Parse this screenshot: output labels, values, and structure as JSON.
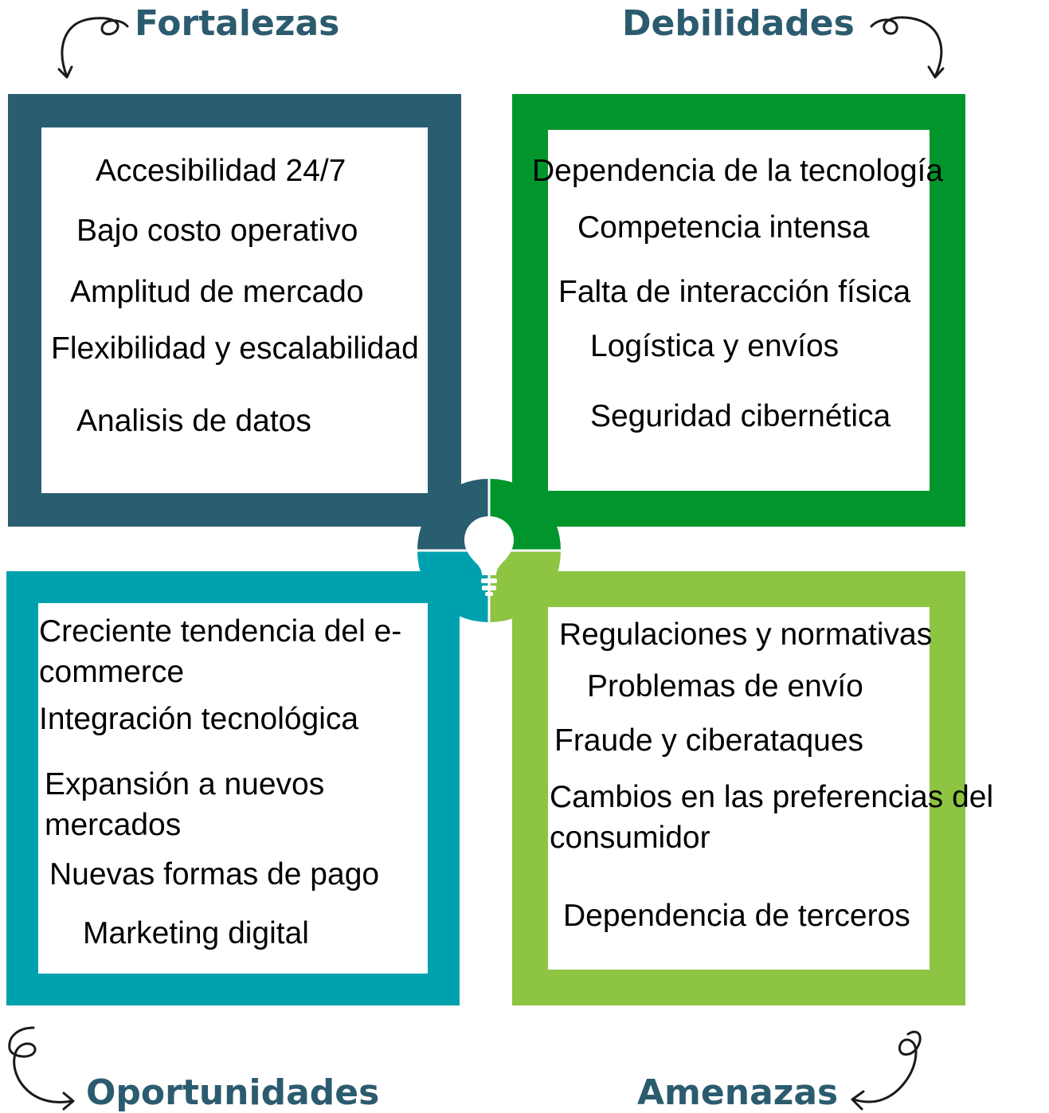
{
  "colors": {
    "fortalezas": "#295d70",
    "debilidades": "#00962b",
    "oportunidades": "#00a1ae",
    "amenazas": "#8dc442",
    "title_text": "#2b5b6e"
  },
  "fortalezas": {
    "title": "Fortalezas",
    "items": [
      "Accesibilidad 24/7",
      "Bajo costo operativo",
      "Amplitud de mercado",
      "Flexibilidad y escalabilidad",
      "Analisis de datos"
    ]
  },
  "debilidades": {
    "title": "Debilidades",
    "items": [
      "Dependencia de la tecnología",
      "Competencia intensa",
      "Falta de interacción física",
      "Logística y envíos",
      "Seguridad cibernética"
    ]
  },
  "oportunidades": {
    "title": "Oportunidades",
    "items": [
      "Creciente tendencia del e-commerce",
      "Integración tecnológica",
      "Expansión a nuevos mercados",
      "Nuevas formas de pago",
      "Marketing digital"
    ]
  },
  "amenazas": {
    "title": "Amenazas",
    "items": [
      "Regulaciones y normativas",
      "Problemas de envío",
      "Fraude y ciberataques",
      "Cambios en las preferencias del consumidor",
      "Dependencia de terceros"
    ]
  },
  "icons": {
    "center": "lightbulb-icon",
    "decorations": "curly-arrow-icon"
  }
}
